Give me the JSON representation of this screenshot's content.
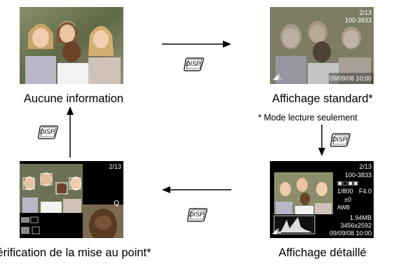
{
  "panels": {
    "none": {
      "caption": "Aucune information"
    },
    "standard": {
      "caption": "Affichage standard*",
      "frame": "2/13",
      "folder": "100-3833",
      "datetime": "09/09/08  10:00"
    },
    "detailed": {
      "caption": "Affichage détaillé",
      "frame": "2/13",
      "folder": "100-3833",
      "shutter": "1/800",
      "aperture": "F4.0",
      "exposure": "±0",
      "filesize": "1.94MB",
      "resolution": "3456x2592",
      "datetime": "09/09/08  10:00"
    },
    "focus": {
      "caption": "Vérification de la mise au point*",
      "frame": "2/13"
    }
  },
  "footnote": "* Mode lecture seulement",
  "button": {
    "label": "DISP."
  },
  "colors": {
    "arrow": "#000000",
    "osd_text": "#ffffff",
    "frame_box": "#f2c94c"
  }
}
